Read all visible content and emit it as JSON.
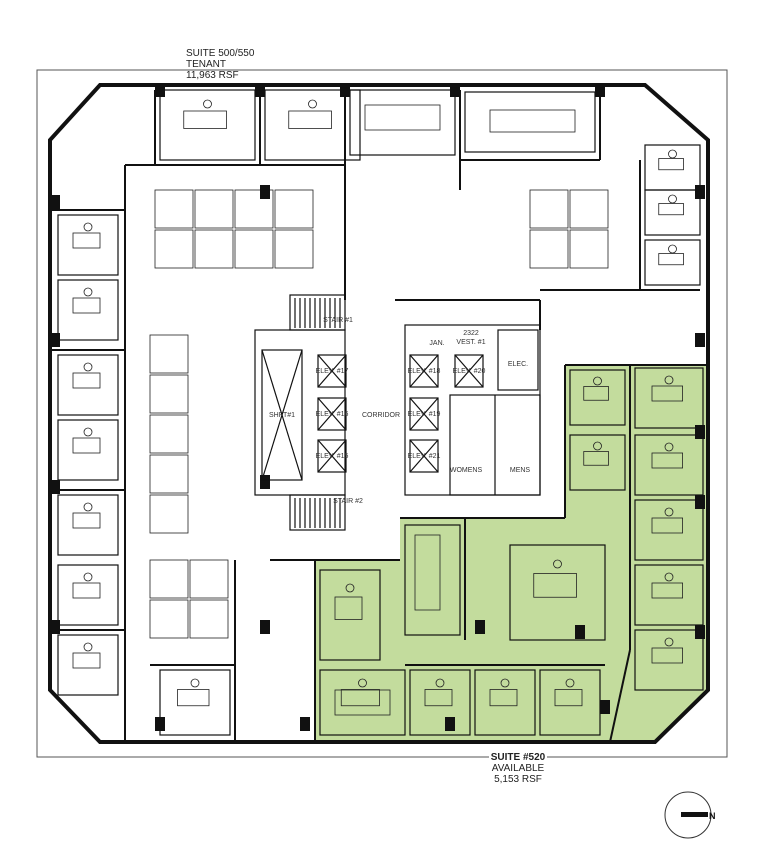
{
  "tenant_suite": {
    "name": "SUITE 500/550",
    "status": "TENANT",
    "area": "11,963 RSF"
  },
  "available_suite": {
    "name": "SUITE #520",
    "status": "AVAILABLE",
    "area": "5,153 RSF",
    "highlight_color": "#c3dc9d"
  },
  "core_labels": {
    "stair1": "STAIR #1",
    "stair2": "STAIR #2",
    "shaft": "SHFT#1",
    "corridor": "CORRIDOR",
    "jan": "JAN.",
    "vest": "VEST. #1",
    "vest_room": "2322",
    "elec": "ELEC.",
    "womens": "WOMENS",
    "mens": "MENS",
    "elevators": [
      "ELEV. #17",
      "ELEV. #16",
      "ELEV. #15",
      "ELEV. #18",
      "ELEV. #19",
      "ELEV. #21",
      "ELEV. #20"
    ]
  },
  "north_arrow": {
    "label": "N",
    "icon": "north-arrow-icon"
  }
}
